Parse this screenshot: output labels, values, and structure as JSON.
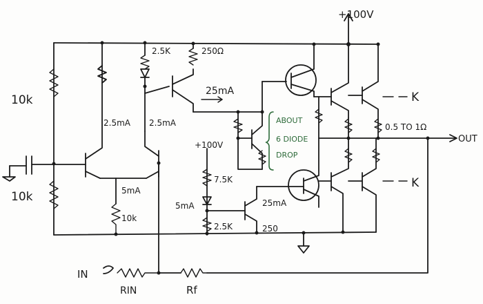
{
  "labels": {
    "supply_top": "+100V",
    "supply_mid": "+100V",
    "r_top_left": "10k",
    "r_bottom_left": "10k",
    "r_2p5k_top": "2.5K",
    "r_250_top": "250Ω",
    "i_25ma_arrow": "25mA",
    "i_2p5ma_left": "2.5mA",
    "i_2p5ma_mid": "2.5mA",
    "i_5ma_tail": "5mA",
    "r_10k_tail": "10k",
    "r_7p5k": "7.5K",
    "i_5ma_bias": "5mA",
    "r_2p5k_bottom": "2.5K",
    "i_25ma_bottom": "25mA",
    "r_250_bottom": "250",
    "note_line1": "ABOUT",
    "note_line2": "6 DIODE",
    "note_line3": "DROP",
    "emitter_r": "0.5 TO 1Ω",
    "output": "OUT",
    "input": "IN",
    "r_in": "RIN",
    "r_f": "Rf",
    "k_upper": "K",
    "k_lower": "K"
  },
  "colors": {
    "ink": "#1a1a1a",
    "note_ink": "#2e6b3a",
    "paper": "#fdfdfc"
  }
}
